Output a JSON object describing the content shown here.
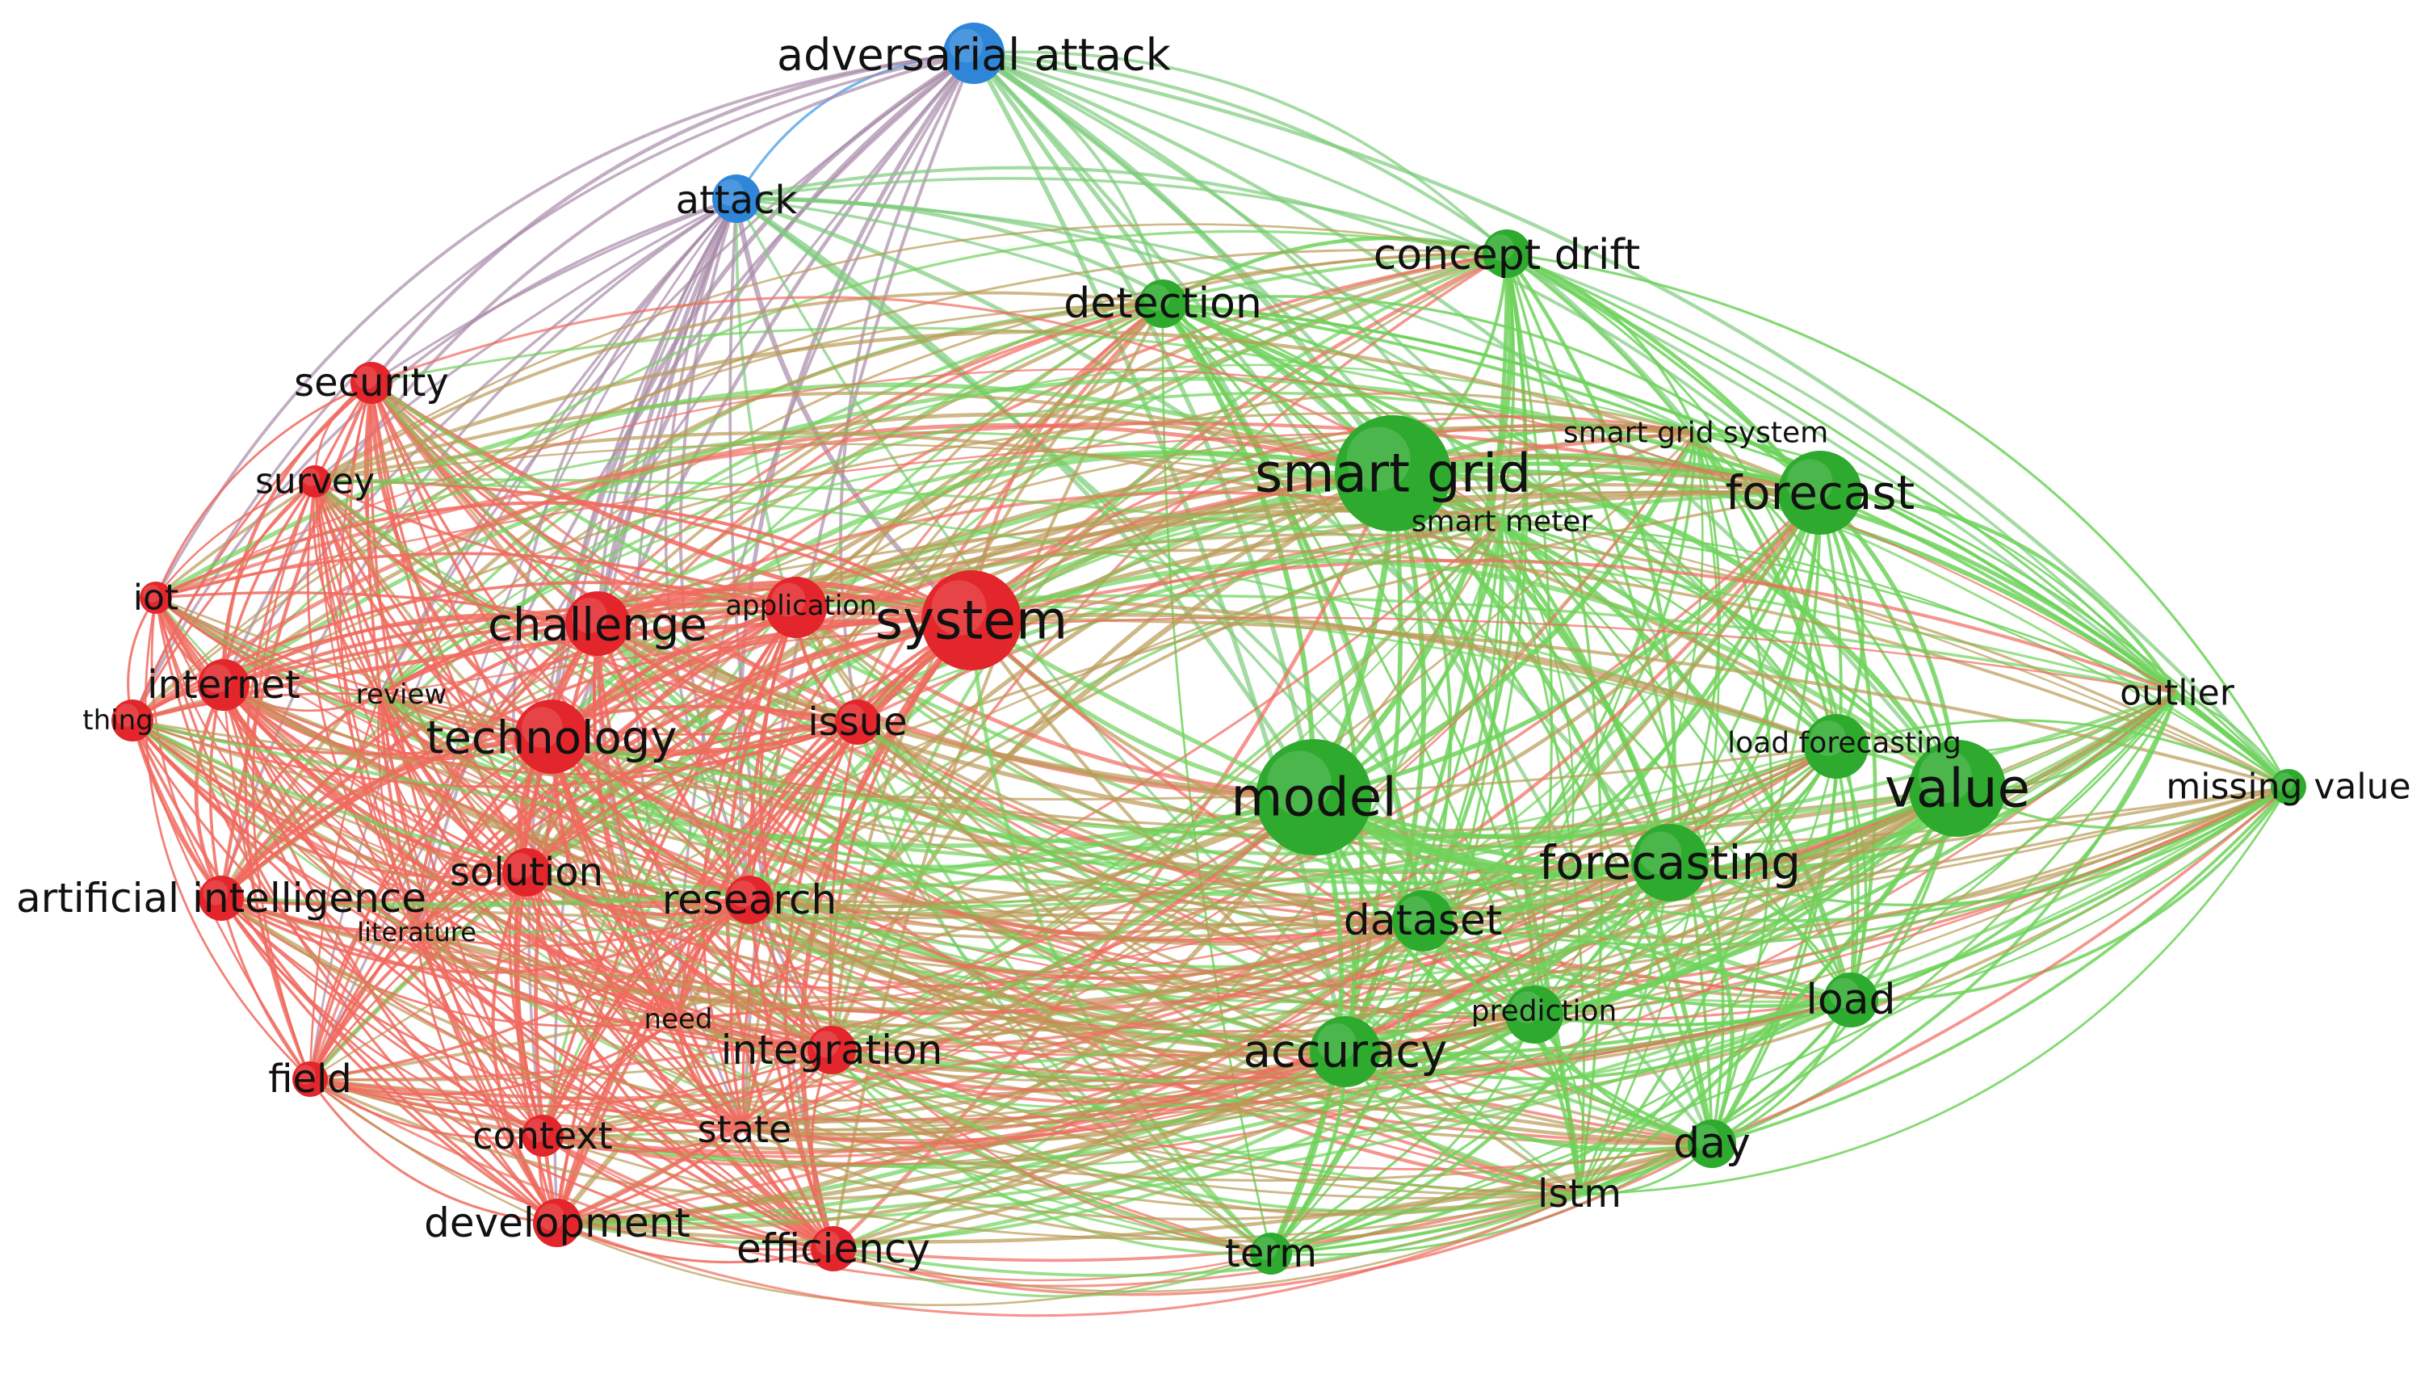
{
  "clusters": {
    "red": {
      "color": "#e3262b",
      "edge_color": "#f06a5e"
    },
    "green": {
      "color": "#2eaa2e",
      "edge_color": "#6fd25a"
    },
    "blue": {
      "color": "#2f86d8",
      "edge_color": "#5aa9ea"
    }
  },
  "mixed_edge_color": "#b99a55",
  "nodes": [
    {
      "id": "adversarial-attack",
      "label": "adversarial attack",
      "cluster": "blue",
      "weight": 3
    },
    {
      "id": "attack",
      "label": "attack",
      "cluster": "blue",
      "weight": 2
    },
    {
      "id": "concept-drift",
      "label": "concept drift",
      "cluster": "green",
      "weight": 2
    },
    {
      "id": "detection",
      "label": "detection",
      "cluster": "green",
      "weight": 2
    },
    {
      "id": "security",
      "label": "security",
      "cluster": "red",
      "weight": 2
    },
    {
      "id": "smart-grid",
      "label": "smart grid",
      "cluster": "green",
      "weight": 5
    },
    {
      "id": "smart-grid-system",
      "label": "smart grid system",
      "cluster": "green",
      "weight": 1
    },
    {
      "id": "smart-meter",
      "label": "smart meter",
      "cluster": "green",
      "weight": 1
    },
    {
      "id": "forecast",
      "label": "forecast",
      "cluster": "green",
      "weight": 3
    },
    {
      "id": "survey",
      "label": "survey",
      "cluster": "red",
      "weight": 1
    },
    {
      "id": "iot",
      "label": "iot",
      "cluster": "red",
      "weight": 1
    },
    {
      "id": "challenge",
      "label": "challenge",
      "cluster": "red",
      "weight": 3
    },
    {
      "id": "application",
      "label": "application",
      "cluster": "red",
      "weight": 2
    },
    {
      "id": "system",
      "label": "system",
      "cluster": "red",
      "weight": 4
    },
    {
      "id": "internet",
      "label": "internet",
      "cluster": "red",
      "weight": 2
    },
    {
      "id": "review",
      "label": "review",
      "cluster": "red",
      "weight": 1
    },
    {
      "id": "thing",
      "label": "thing",
      "cluster": "red",
      "weight": 1
    },
    {
      "id": "technology",
      "label": "technology",
      "cluster": "red",
      "weight": 3
    },
    {
      "id": "issue",
      "label": "issue",
      "cluster": "red",
      "weight": 2
    },
    {
      "id": "outlier",
      "label": "outlier",
      "cluster": "green",
      "weight": 1
    },
    {
      "id": "load-forecasting",
      "label": "load forecasting",
      "cluster": "green",
      "weight": 1
    },
    {
      "id": "value",
      "label": "value",
      "cluster": "green",
      "weight": 3
    },
    {
      "id": "missing-value",
      "label": "missing value",
      "cluster": "green",
      "weight": 1
    },
    {
      "id": "model",
      "label": "model",
      "cluster": "green",
      "weight": 5
    },
    {
      "id": "forecasting",
      "label": "forecasting",
      "cluster": "green",
      "weight": 3
    },
    {
      "id": "solution",
      "label": "solution",
      "cluster": "red",
      "weight": 2
    },
    {
      "id": "artificial-intelligence",
      "label": "artificial intelligence",
      "cluster": "red",
      "weight": 2
    },
    {
      "id": "research",
      "label": "research",
      "cluster": "red",
      "weight": 2
    },
    {
      "id": "literature",
      "label": "literature",
      "cluster": "red",
      "weight": 1
    },
    {
      "id": "dataset",
      "label": "dataset",
      "cluster": "green",
      "weight": 2
    },
    {
      "id": "load",
      "label": "load",
      "cluster": "green",
      "weight": 2
    },
    {
      "id": "need",
      "label": "need",
      "cluster": "red",
      "weight": 1
    },
    {
      "id": "prediction",
      "label": "prediction",
      "cluster": "green",
      "weight": 1
    },
    {
      "id": "integration",
      "label": "integration",
      "cluster": "red",
      "weight": 2
    },
    {
      "id": "accuracy",
      "label": "accuracy",
      "cluster": "green",
      "weight": 3
    },
    {
      "id": "field",
      "label": "field",
      "cluster": "red",
      "weight": 1
    },
    {
      "id": "context",
      "label": "context",
      "cluster": "red",
      "weight": 1
    },
    {
      "id": "state",
      "label": "state",
      "cluster": "red",
      "weight": 1
    },
    {
      "id": "day",
      "label": "day",
      "cluster": "green",
      "weight": 2
    },
    {
      "id": "lstm",
      "label": "lstm",
      "cluster": "green",
      "weight": 1
    },
    {
      "id": "development",
      "label": "development",
      "cluster": "red",
      "weight": 2
    },
    {
      "id": "efficiency",
      "label": "efficiency",
      "cluster": "red",
      "weight": 2
    },
    {
      "id": "term",
      "label": "term",
      "cluster": "green",
      "weight": 1
    }
  ]
}
